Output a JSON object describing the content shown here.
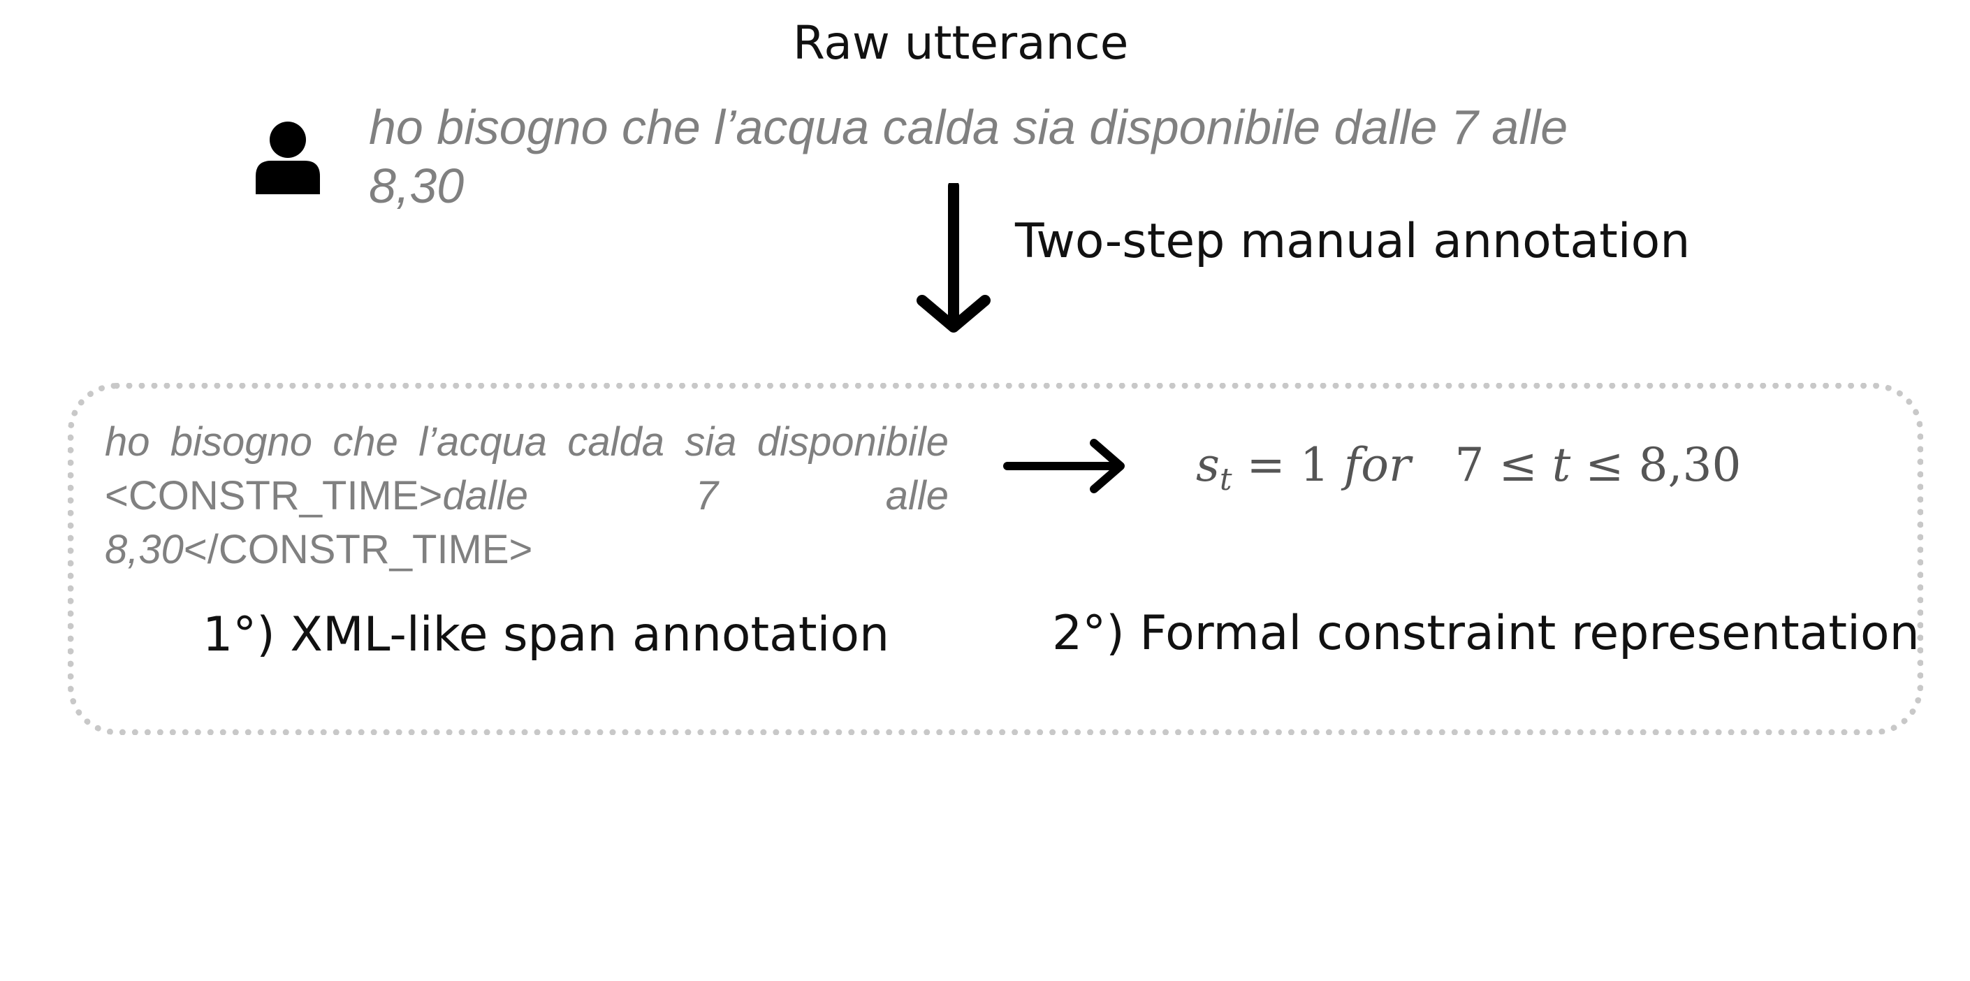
{
  "raw_title": "Raw utterance",
  "user_icon": "user-icon",
  "utterance": "ho bisogno che l’acqua calda sia disponibile dalle 7 alle 8,30",
  "annotation_label": "Two-step manual annotation",
  "xml_span": {
    "text_before": "ho bisogno che l’acqua calda sia disponibile",
    "open_tag": "<CONSTR_TIME>",
    "tagged_text": "dalle 7 alle 8,30",
    "close_tag": "</CONSTR_TIME>"
  },
  "formal_constraint": {
    "var": "s",
    "sub": "t",
    "eq": " = 1 ",
    "for": "for",
    "gap": "   ",
    "lower": "7 ≤ ",
    "t": "t",
    "upper": " ≤ 8,30"
  },
  "steps": {
    "step1": "1°) XML-like span annotation",
    "step2": "2°) Formal constraint representation"
  },
  "colors": {
    "text": "#111111",
    "utterance_text": "#808080",
    "dashed_border": "#c8c8c8",
    "arrows": "#000000"
  }
}
